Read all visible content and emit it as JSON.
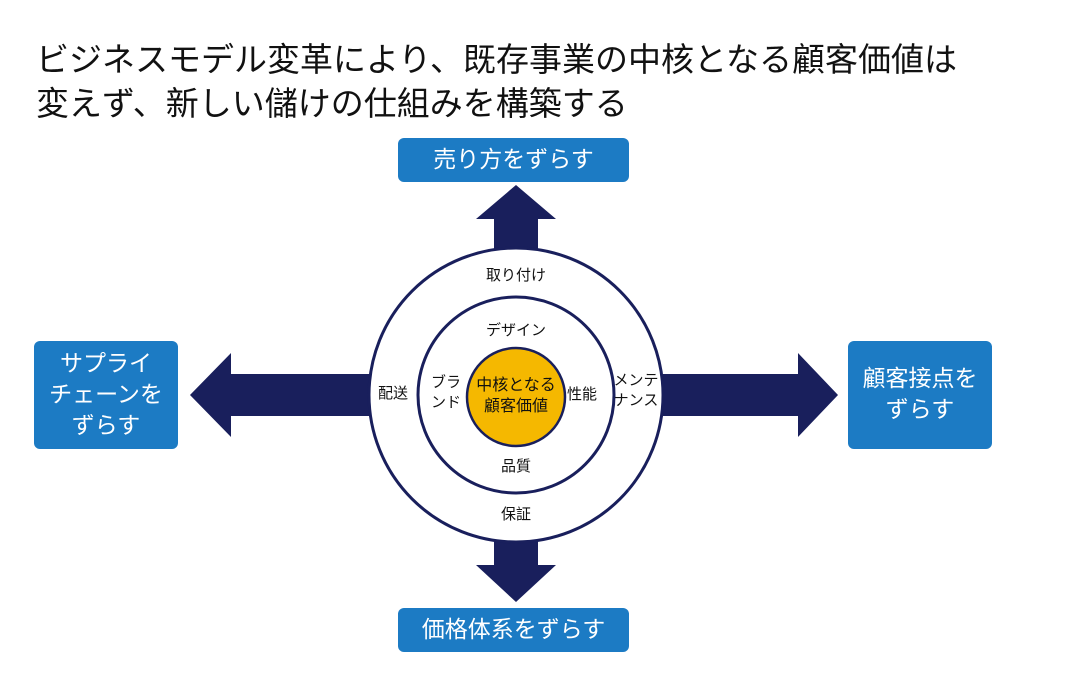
{
  "title": {
    "line1": "ビジネスモデル変革により、既存事業の中核となる顧客価値は",
    "line2": "変えず、新しい儲けの仕組みを構築する"
  },
  "directions": {
    "top": "売り方をずらす",
    "bottom": "価格体系をずらす",
    "left": [
      "サプライ",
      "チェーンを",
      "ずらす"
    ],
    "right": [
      "顧客接点を",
      "ずらす"
    ]
  },
  "outer_ring": {
    "top": "取り付け",
    "bottom": "保証",
    "left": "配送",
    "right": [
      "メンテ",
      "ナンス"
    ]
  },
  "inner_ring": {
    "top": "デザイン",
    "bottom": "品質",
    "left": [
      "ブラ",
      "ンド"
    ],
    "right": "性能"
  },
  "core": [
    "中核となる",
    "顧客価値"
  ],
  "colors": {
    "arrow": "#191f5c",
    "box": "#1c7bc4",
    "ring_stroke": "#191f5c",
    "core_fill": "#f5b800"
  }
}
